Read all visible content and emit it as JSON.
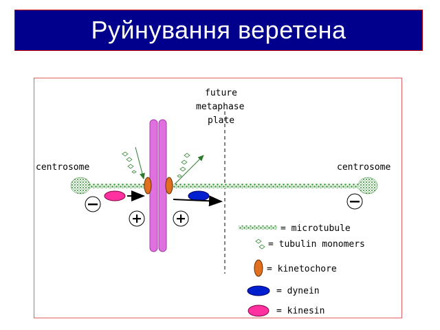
{
  "title": "Руйнування веретена",
  "diagram": {
    "plate_label": [
      "future",
      "metaphase",
      "plate"
    ],
    "centrosome_left": "centrosome",
    "centrosome_right": "centrosome",
    "minus_symbol": "–",
    "plus_symbol": "+",
    "legend": [
      {
        "icon": "microtubule",
        "text": "= microtubule"
      },
      {
        "icon": "tubulin",
        "text": "= tubulin monomers"
      },
      {
        "icon": "kinetochore",
        "text": "= kinetochore"
      },
      {
        "icon": "dynein",
        "text": "= dynein"
      },
      {
        "icon": "kinesin",
        "text": "= kinesin"
      }
    ]
  },
  "colors": {
    "title_bg": "#00008c",
    "frame_border": "#e06060",
    "chromosome": "#e070e0",
    "kinetochore": "#e07020",
    "dynein": "#0020d0",
    "kinesin": "#ff30a0",
    "microtubule": "#3a8a3a",
    "arrow_green": "#2a7a2a"
  }
}
